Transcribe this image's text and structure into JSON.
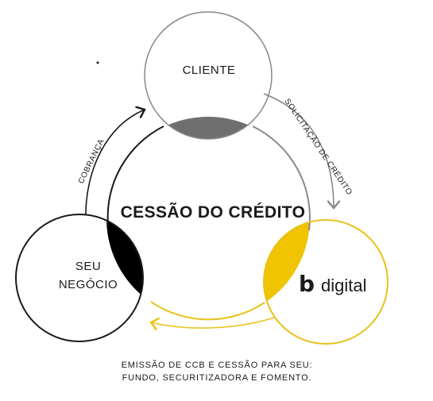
{
  "diagram": {
    "center_label": "CESSÃO DO CRÉDITO",
    "nodes": {
      "client": "CLIENTE",
      "business_line1": "SEU",
      "business_line2": "NEGÓCIO",
      "brand_text": "digital",
      "brand_mark": "b"
    },
    "arrows": {
      "right": "SOLICITAÇÃO DE CRÉDITO",
      "left": "COBRANÇA"
    },
    "bottom_caption_line1": "EMISSÃO DE CCB E CESSÃO PARA SEU:",
    "bottom_caption_line2": "FUNDO, SECURITIZADORA E FOMENTO."
  },
  "colors": {
    "client_overlap": "#6f6f6f",
    "business_overlap": "#000000",
    "digital_overlap": "#f0c400",
    "yellow_line": "#e8c21a",
    "gray_line": "#888888",
    "black_line": "#1a1a1a"
  }
}
